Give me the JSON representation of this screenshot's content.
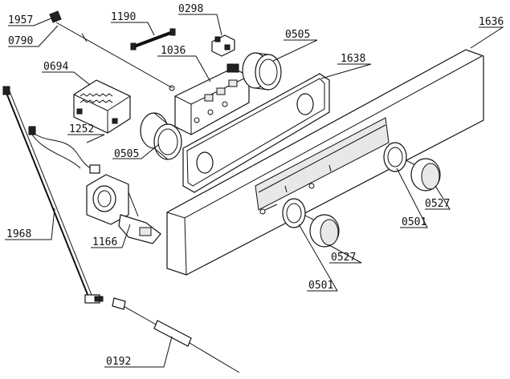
{
  "diagram": {
    "labels": {
      "p1957": "1957",
      "p0790": "0790",
      "p1190": "1190",
      "p0298": "0298",
      "p0505_top": "0505",
      "p1636": "1636",
      "p0694": "0694",
      "p1036": "1036",
      "p1638": "1638",
      "p1252": "1252",
      "p0505_left": "0505",
      "p0527_right": "0527",
      "p0501_right": "0501",
      "p1968": "1968",
      "p1166": "1166",
      "p0527_mid": "0527",
      "p0501_mid": "0501",
      "p0192": "0192"
    }
  }
}
